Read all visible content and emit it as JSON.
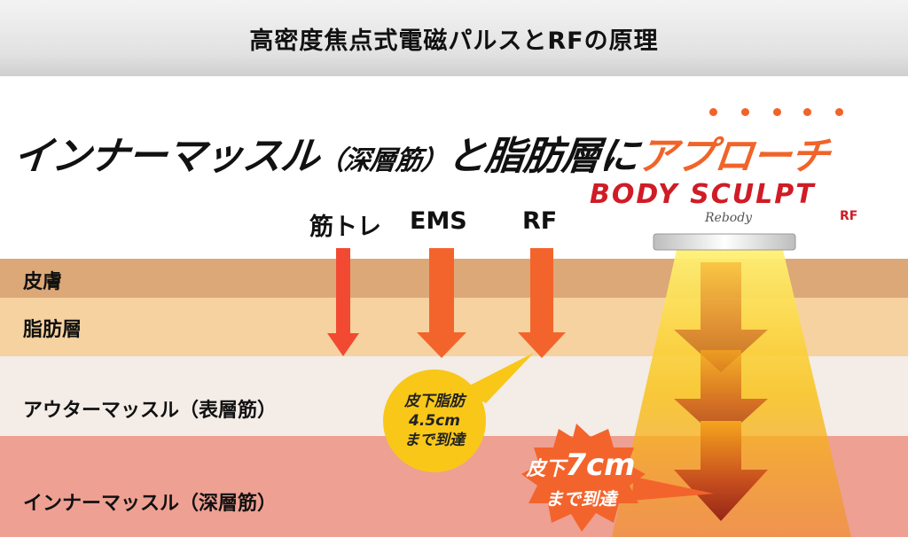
{
  "header": {
    "title": "高密度焦点式電磁パルスとRFの原理"
  },
  "headline": {
    "part1": "インナーマッスル",
    "paren": "（深層筋）",
    "part2": "と脂肪層に",
    "accent": "アプローチ",
    "accent_color": "#f0642a"
  },
  "logo": {
    "main": "BODY SCULPT",
    "sub": "Rebody",
    "rf": "RF"
  },
  "methods": [
    "筋トレ",
    "EMS",
    "RF"
  ],
  "layers": [
    "皮膚",
    "脂肪層",
    "アウターマッスル（表層筋）",
    "インナーマッスル（深層筋）"
  ],
  "bubble": {
    "line1": "皮下脂肪",
    "line2": "4.5cm",
    "line3": "まで到達"
  },
  "burst": {
    "prefix": "皮下",
    "big": "7cm",
    "line2": "まで到達"
  },
  "colors": {
    "skin": "#dca877",
    "fat": "#f6d2a0",
    "outer_muscle": "#f3ece7",
    "inner_muscle": "#eea092",
    "arrow_red": "#f24a32",
    "arrow_orange": "#f3642c",
    "bubble_yellow": "#f8c718"
  }
}
